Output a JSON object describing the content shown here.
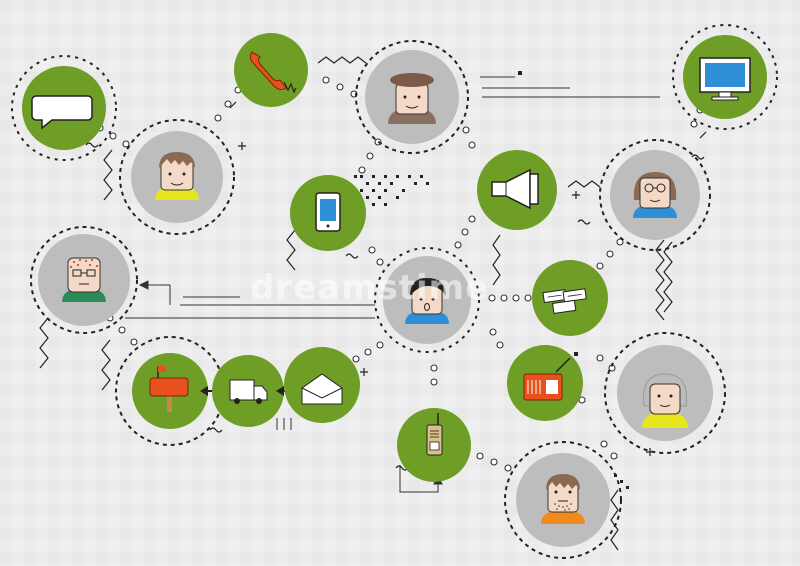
{
  "colors": {
    "background": "#ececec",
    "green": "#6e9e25",
    "grey_node": "#bdbdbd",
    "line": "#333333",
    "red": "#e8501c"
  },
  "watermark": {
    "text": "dreamstime"
  },
  "nodes": [
    {
      "id": "speech-bubble",
      "kind": "green",
      "icon": "speech-bubble-icon"
    },
    {
      "id": "telephone",
      "kind": "green",
      "icon": "telephone-icon"
    },
    {
      "id": "person-beret",
      "kind": "person",
      "icon": "person-beret-icon"
    },
    {
      "id": "monitor",
      "kind": "green",
      "icon": "monitor-icon"
    },
    {
      "id": "person-brown-hair",
      "kind": "person",
      "icon": "person-brown-hair-icon"
    },
    {
      "id": "mobile-phone",
      "kind": "green",
      "icon": "mobile-phone-icon"
    },
    {
      "id": "megaphone",
      "kind": "green",
      "icon": "megaphone-icon"
    },
    {
      "id": "person-glasses-woman",
      "kind": "person",
      "icon": "person-glasses-woman-icon"
    },
    {
      "id": "person-old-man",
      "kind": "person",
      "icon": "person-old-man-icon"
    },
    {
      "id": "person-talking",
      "kind": "person",
      "icon": "person-talking-icon"
    },
    {
      "id": "tickets",
      "kind": "green",
      "icon": "tickets-icon"
    },
    {
      "id": "radio",
      "kind": "green",
      "icon": "radio-icon"
    },
    {
      "id": "mailbox",
      "kind": "green",
      "icon": "mailbox-icon"
    },
    {
      "id": "delivery-van",
      "kind": "green",
      "icon": "delivery-van-icon"
    },
    {
      "id": "envelope",
      "kind": "green",
      "icon": "envelope-icon"
    },
    {
      "id": "person-grey-hair-woman",
      "kind": "person",
      "icon": "person-grey-hair-woman-icon"
    },
    {
      "id": "walkie-talkie",
      "kind": "green",
      "icon": "walkie-talkie-icon"
    },
    {
      "id": "person-stubble",
      "kind": "person",
      "icon": "person-stubble-icon"
    }
  ]
}
